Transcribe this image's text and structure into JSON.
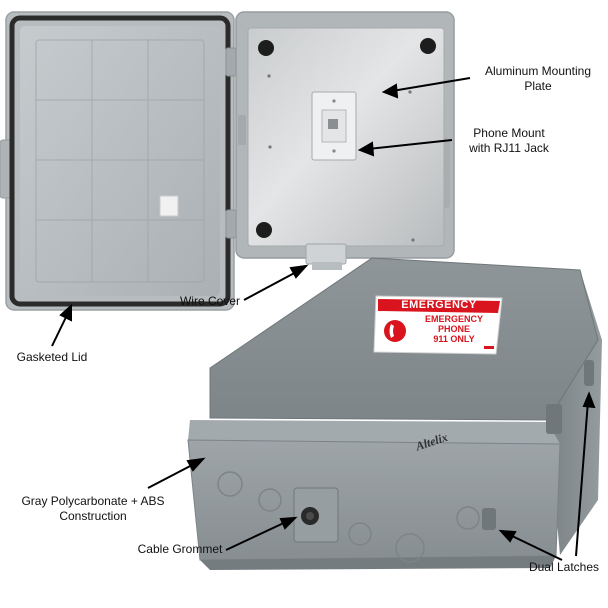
{
  "product": {
    "brand_logo": "Altelix",
    "colors": {
      "enclosure_gray": "#8d9498",
      "lid_gray": "#b9bec1",
      "plate_aluminum": "#d4d6d7",
      "sticker_red": "#d9141e",
      "gasket": "#2b2b2b"
    }
  },
  "sticker": {
    "header": "EMERGENCY",
    "line1": "EMERGENCY",
    "line2": "PHONE",
    "line3": "911 ONLY",
    "icon": "phone-handset-icon"
  },
  "callouts": {
    "aluminum_plate": [
      "Aluminum Mounting",
      "Plate"
    ],
    "phone_mount": [
      "Phone Mount",
      "with RJ11 Jack"
    ],
    "wire_cover": [
      "Wire Cover"
    ],
    "gasketed_lid": [
      "Gasketed Lid"
    ],
    "construction": [
      "Gray Polycarbonate + ABS",
      "Construction"
    ],
    "cable_grommet": [
      "Cable Grommet"
    ],
    "dual_latches": [
      "Dual Latches"
    ]
  }
}
